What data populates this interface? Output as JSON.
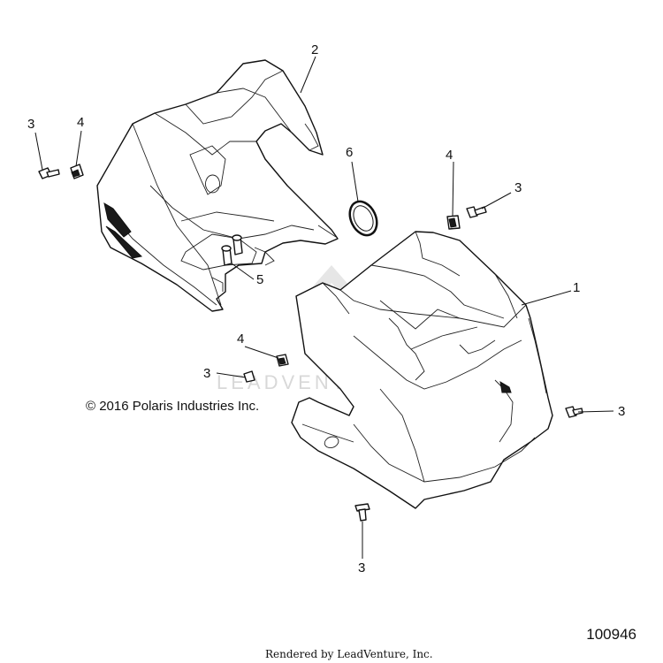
{
  "callouts": {
    "c1": "1",
    "c2": "2",
    "c3_top_left": "3",
    "c4_top_left": "4",
    "c6": "6",
    "c4_right": "4",
    "c3_right_upper": "3",
    "c5": "5",
    "c4_mid": "4",
    "c3_mid": "3",
    "c3_right_lower": "3",
    "c3_bottom": "3"
  },
  "copyright": "© 2016 Polaris Industries Inc.",
  "watermark": "LEADVENTURE",
  "diagram_number": "100946",
  "rendered_by": "Rendered by LeadVenture, Inc."
}
